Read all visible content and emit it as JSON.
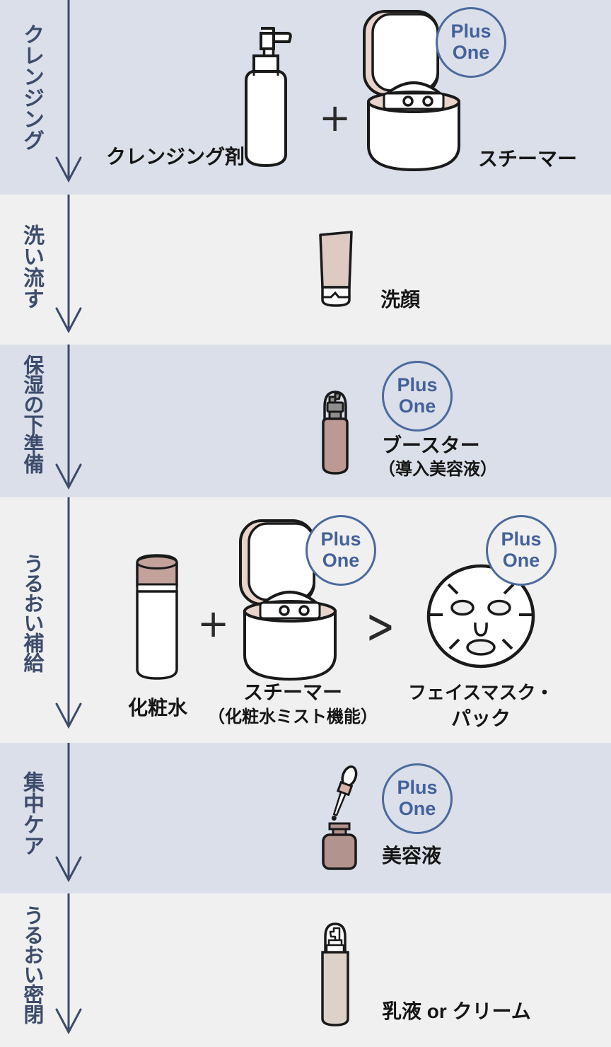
{
  "badge": {
    "line1": "Plus",
    "line2": "One"
  },
  "operators": {
    "plus": "+",
    "greater_than": ">"
  },
  "steps": [
    {
      "name": "クレンジング",
      "items": [
        {
          "label": "クレンジング剤"
        },
        {
          "label": "スチーマー",
          "plus_one": true
        }
      ]
    },
    {
      "name": "洗い流す",
      "items": [
        {
          "label": "洗顔"
        }
      ]
    },
    {
      "name": "保湿の下準備",
      "items": [
        {
          "label": "ブースター",
          "sublabel": "（導入美容液）",
          "plus_one": true
        }
      ]
    },
    {
      "name": "うるおい補給",
      "items": [
        {
          "label": "化粧水"
        },
        {
          "label": "スチーマー",
          "sublabel": "（化粧水ミスト機能）",
          "plus_one": true
        },
        {
          "label": "フェイスマスク・",
          "label_line2": "パック",
          "plus_one": true
        }
      ]
    },
    {
      "name": "集中ケア",
      "items": [
        {
          "label": "美容液",
          "plus_one": true
        }
      ]
    },
    {
      "name": "うるおい密閉",
      "items": [
        {
          "label": "乳液 or クリーム"
        }
      ]
    }
  ],
  "colors": {
    "row_band_blue": "#dbdfe9",
    "row_band_light": "#f0f0f1",
    "flow_accent": "#3d4c6b",
    "plus_one_blue": "#44619b",
    "label_text": "#161616",
    "product_pink": "#bc9a93",
    "product_beige": "#ddd2c9"
  }
}
